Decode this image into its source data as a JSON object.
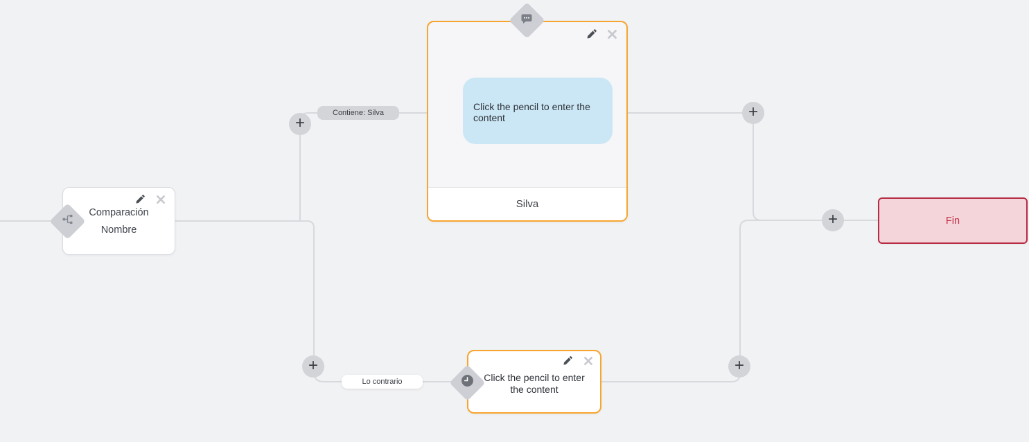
{
  "colors": {
    "canvas_background": "#f1f2f4",
    "connector_line": "#d8d9dd",
    "node_accent_orange": "#f7a52e",
    "bubble_blue": "#cbe7f5",
    "end_node_background": "#f3d5da",
    "end_node_border": "#b72b45",
    "end_node_text": "#c23049",
    "diamond_gray": "#cdcfd5",
    "pill_gray": "#d4d5d9"
  },
  "nodes": {
    "comparison": {
      "title": "Comparación",
      "subtitle": "Nombre"
    },
    "message": {
      "content_placeholder": "Click the pencil to enter the content",
      "footer_label": "Silva"
    },
    "delay": {
      "content_placeholder": "Click the pencil to enter the content"
    },
    "end": {
      "label": "Fin"
    }
  },
  "edge_labels": {
    "condition_match": "Contiene: Silva",
    "condition_else": "Lo contrario"
  },
  "ui": {
    "add_button": "+",
    "icons": {
      "edit": "pencil-icon",
      "remove": "close-icon",
      "comparison_port": "branch-icon",
      "message_port": "chat-bubble-icon",
      "delay_port": "clock-icon"
    }
  }
}
